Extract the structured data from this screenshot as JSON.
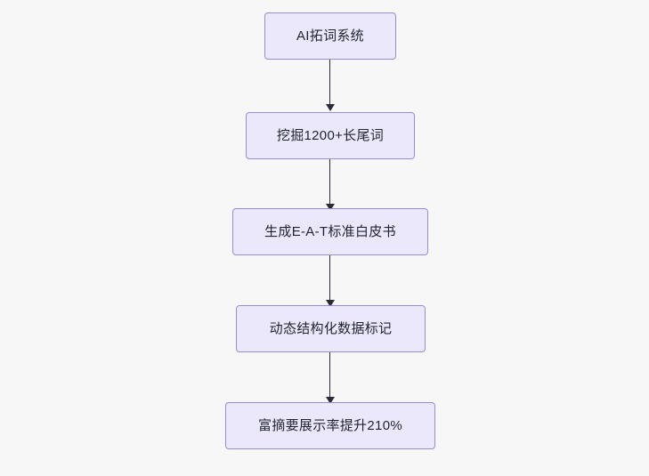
{
  "diagram": {
    "type": "flowchart",
    "direction": "top-to-bottom",
    "background_color": "#f7f7f8",
    "node_fill_color": "#ece8fb",
    "node_border_color": "#9d8ad4",
    "edge_color": "#2b2b38",
    "nodes": [
      {
        "id": "n1",
        "label": "AI拓词系统"
      },
      {
        "id": "n2",
        "label": "挖掘1200+长尾词"
      },
      {
        "id": "n3",
        "label": "生成E-A-T标准白皮书"
      },
      {
        "id": "n4",
        "label": "动态结构化数据标记"
      },
      {
        "id": "n5",
        "label": "富摘要展示率提升210%"
      }
    ],
    "edges": [
      {
        "from": "n1",
        "to": "n2"
      },
      {
        "from": "n2",
        "to": "n3"
      },
      {
        "from": "n3",
        "to": "n4"
      },
      {
        "from": "n4",
        "to": "n5"
      }
    ]
  }
}
